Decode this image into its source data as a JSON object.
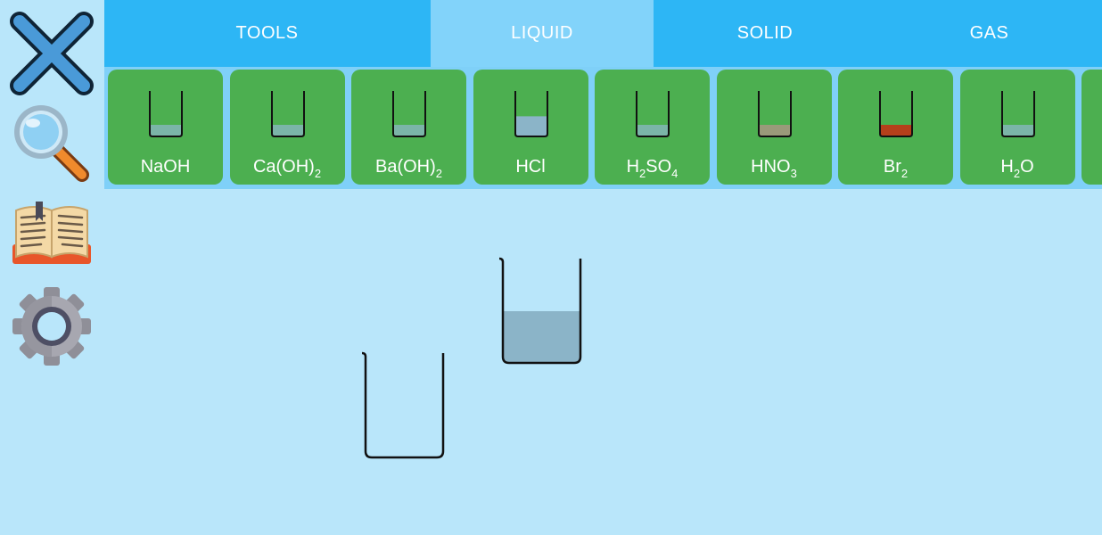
{
  "sidebar": {
    "buttons": [
      {
        "name": "close-icon"
      },
      {
        "name": "magnifier-icon"
      },
      {
        "name": "book-icon"
      },
      {
        "name": "gear-icon"
      }
    ]
  },
  "tabs": [
    {
      "label": "TOOLS",
      "active": false
    },
    {
      "label": "LIQUID",
      "active": true
    },
    {
      "label": "SOLID",
      "active": false
    },
    {
      "label": "GAS",
      "active": false
    }
  ],
  "reagents": [
    {
      "parts": [
        [
          "NaOH",
          ""
        ]
      ],
      "color": "#7bb5a8",
      "level": 0.25
    },
    {
      "parts": [
        [
          "Ca(OH)",
          "2"
        ]
      ],
      "color": "#7bb5a8",
      "level": 0.25
    },
    {
      "parts": [
        [
          "Ba(OH)",
          "2"
        ]
      ],
      "color": "#7bb5a8",
      "level": 0.25
    },
    {
      "parts": [
        [
          "HCl",
          ""
        ]
      ],
      "color": "#8bb4c8",
      "level": 0.45
    },
    {
      "parts": [
        [
          "H",
          "2"
        ],
        [
          "SO",
          "4"
        ]
      ],
      "color": "#7bb5a8",
      "level": 0.25
    },
    {
      "parts": [
        [
          "HNO",
          "3"
        ]
      ],
      "color": "#9a9a7a",
      "level": 0.25
    },
    {
      "parts": [
        [
          "Br",
          "2"
        ]
      ],
      "color": "#b5401b",
      "level": 0.25
    },
    {
      "parts": [
        [
          "H",
          "2"
        ],
        [
          "O",
          ""
        ]
      ],
      "color": "#7bb5a8",
      "level": 0.25
    }
  ],
  "bench": {
    "beakers": [
      {
        "liquid_color": "#8bb4c8",
        "level": 0.5
      },
      {
        "liquid_color": "",
        "level": 0
      }
    ]
  }
}
